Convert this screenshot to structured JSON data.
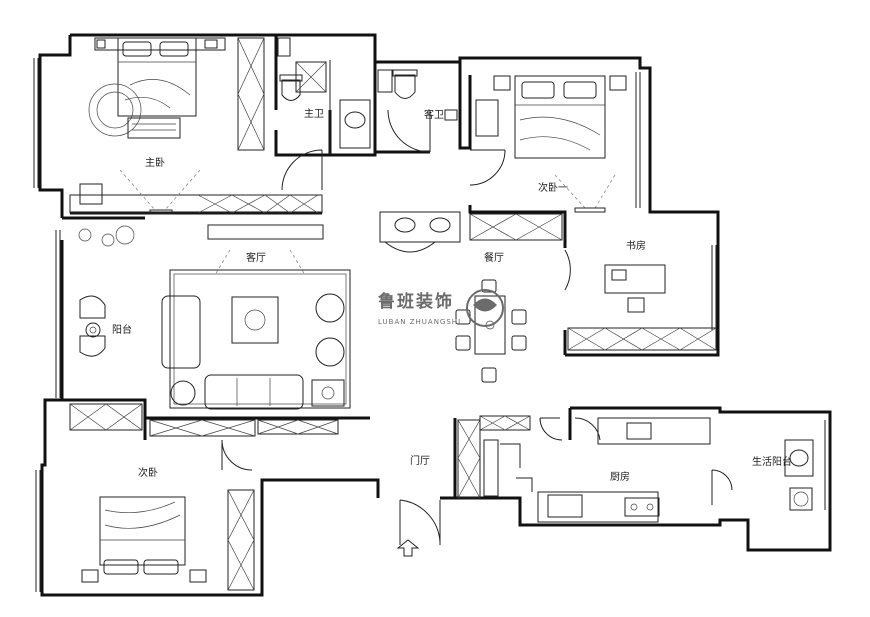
{
  "rooms": {
    "master_bedroom": "主卧",
    "master_bath": "主卫",
    "guest_bath": "客卫",
    "second_bedroom_1": "次卧一",
    "living_room": "客厅",
    "dining_room": "餐厅",
    "study": "书房",
    "balcony": "阳台",
    "second_bedroom_2": "次卧",
    "foyer": "门厅",
    "kitchen": "厨房",
    "service_balcony": "生活阳台"
  },
  "watermark": {
    "brand_cn": "鲁班装饰",
    "brand_en": "LUBAN ZHUANGSHI"
  },
  "colors": {
    "wall": "#111111",
    "line": "#222222",
    "watermark": "#6b6b6b"
  }
}
